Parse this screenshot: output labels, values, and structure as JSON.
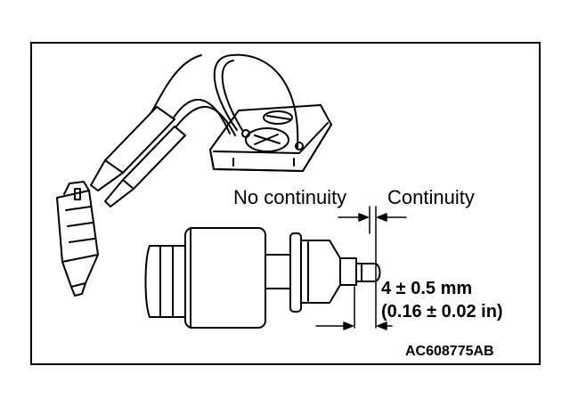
{
  "labels": {
    "no_continuity": "No continuity",
    "continuity": "Continuity",
    "dimension_mm": "4 ± 0.5 mm",
    "dimension_in": "(0.16 ± 0.02 in)",
    "figure_code": "AC608775AB"
  }
}
